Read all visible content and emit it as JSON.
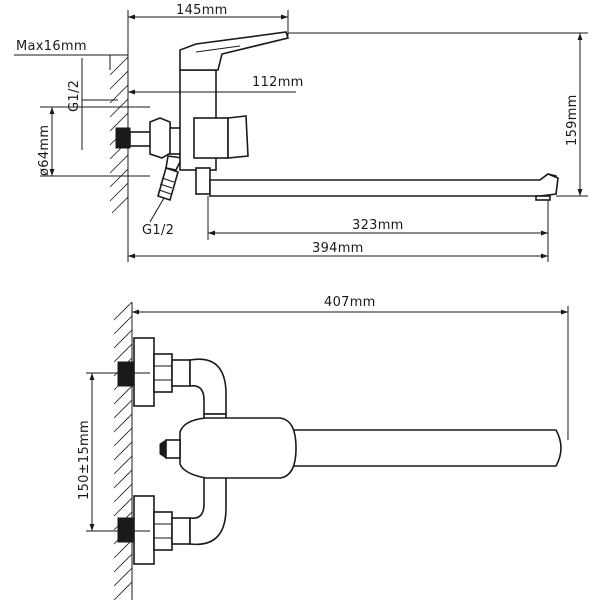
{
  "dimensions": {
    "width_total": "145mm",
    "wall_max": "Max16mm",
    "thread_top": "G1/2",
    "height_112": "112mm",
    "diameter": "ø64mm",
    "height_total": "159mm",
    "spout_323": "323mm",
    "thread_bottom": "G1/2",
    "length_394": "394mm",
    "length_407": "407mm",
    "spacing": "150±15mm"
  }
}
